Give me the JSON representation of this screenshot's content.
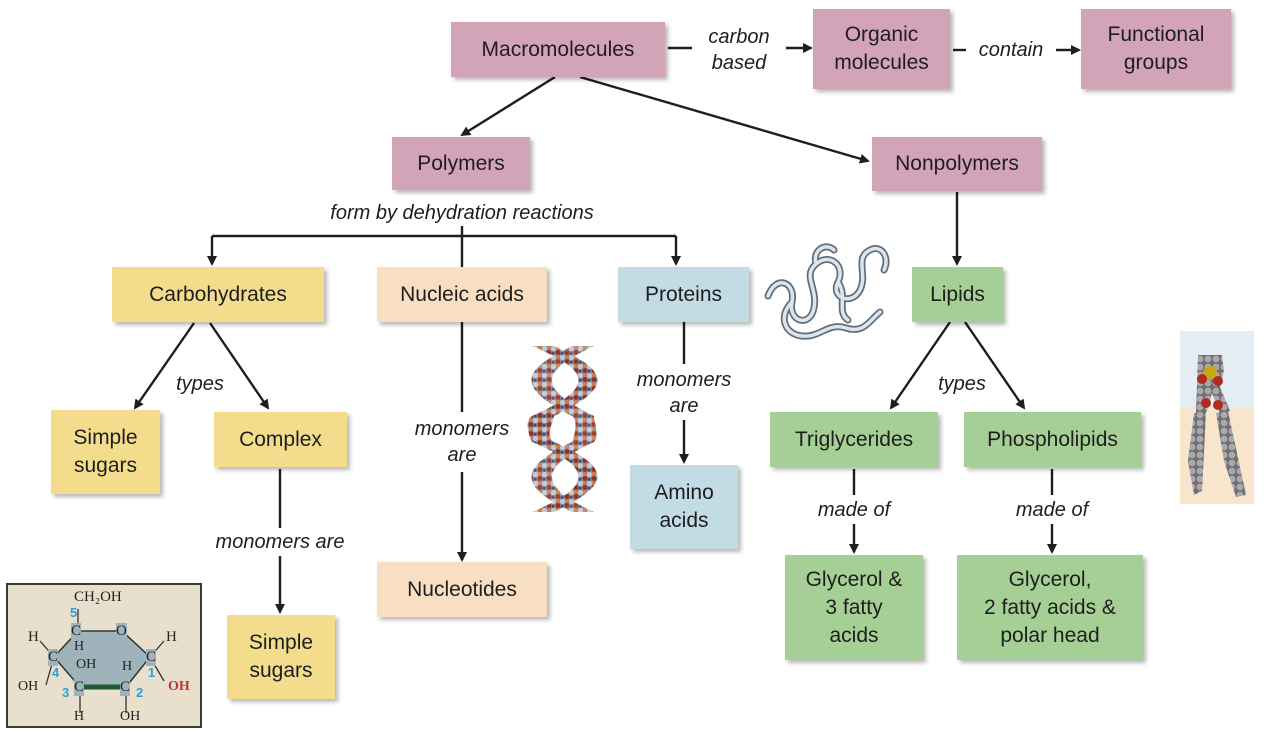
{
  "nodes": {
    "macromolecules": "Macromolecules",
    "organic_molecules": "Organic\nmolecules",
    "functional_groups": "Functional\ngroups",
    "polymers": "Polymers",
    "nonpolymers": "Nonpolymers",
    "carbohydrates": "Carbohydrates",
    "nucleic_acids": "Nucleic acids",
    "proteins": "Proteins",
    "lipids": "Lipids",
    "simple_sugars_left": "Simple\nsugars",
    "complex": "Complex",
    "simple_sugars_bottom": "Simple\nsugars",
    "nucleotides": "Nucleotides",
    "amino_acids": "Amino\nacids",
    "triglycerides": "Triglycerides",
    "phospholipids": "Phospholipids",
    "glycerol_3": "Glycerol &\n3 fatty\nacids",
    "glycerol_2": "Glycerol,\n2 fatty acids &\npolar head"
  },
  "links": {
    "carbon_based": "carbon\nbased",
    "contain": "contain",
    "dehydration": "form by dehydration reactions",
    "types_carb": "types",
    "types_lipid": "types",
    "monomers_are_complex": "monomers are",
    "monomers_are_nucleic": "monomers\nare",
    "monomers_are_protein": "monomers\nare",
    "made_of_tri": "made of",
    "made_of_phos": "made of"
  },
  "glucose": {
    "ch2oh": "CH₂OH",
    "o": "O",
    "h": "H",
    "c": "C",
    "oh": "OH",
    "n1": "1",
    "n2": "2",
    "n3": "3",
    "n4": "4",
    "n5": "5"
  },
  "colors": {
    "pink": "#d3a4b8",
    "yellow": "#f3dd8c",
    "peach": "#f8dfc4",
    "blue": "#c3dbe5",
    "green": "#a6cf95",
    "carbon_number": "#2c9fd9",
    "anomeric_oh": "#c0392b"
  }
}
